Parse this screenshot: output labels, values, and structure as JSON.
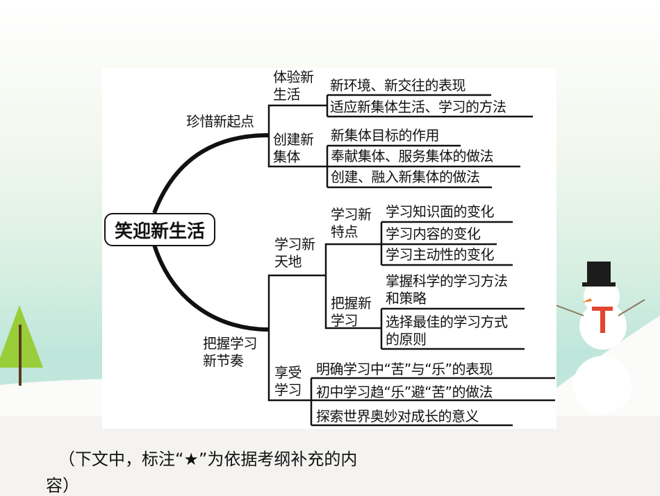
{
  "mindmap": {
    "root": "笑迎新生活",
    "branches": [
      {
        "label": "珍惜新起点",
        "children": [
          {
            "label_lines": [
              "体验新",
              "生活"
            ],
            "leaves": [
              "新环境、新交往的表现",
              "适应新集体生活、学习的方法"
            ]
          },
          {
            "label_lines": [
              "创建新",
              "集体"
            ],
            "leaves": [
              "新集体目标的作用",
              "奉献集体、服务集体的做法",
              "创建、融入新集体的做法"
            ]
          }
        ]
      },
      {
        "label_lines": [
          "把握学习",
          "新节奏"
        ],
        "children": [
          {
            "label_lines": [
              "学习新",
              "天地"
            ],
            "children": [
              {
                "label_lines": [
                  "学习新",
                  "特点"
                ],
                "leaves": [
                  "学习知识面的变化",
                  "学习内容的变化",
                  "学习主动性的变化"
                ]
              },
              {
                "label_lines": [
                  "把握新",
                  "学习"
                ],
                "leaves": [
                  [
                    "掌握科学的学习方法",
                    "和策略"
                  ],
                  [
                    "选择最佳的学习方式",
                    "的原则"
                  ]
                ]
              }
            ]
          },
          {
            "label_lines": [
              "享受",
              "学习"
            ],
            "leaves": [
              "明确学习中“苦”与“乐”的表现",
              "初中学习趋“乐”避“苦”的做法",
              "探索世界奥妙对成长的意义"
            ]
          }
        ]
      }
    ]
  },
  "caption": {
    "line1": "（下文中，标注“★”为依据考纲补充的内",
    "line2": "容）"
  },
  "colors": {
    "line": "#111111",
    "sky": "#bfe6db",
    "tree": "#9acd3a",
    "scarf": "#e2452f"
  }
}
